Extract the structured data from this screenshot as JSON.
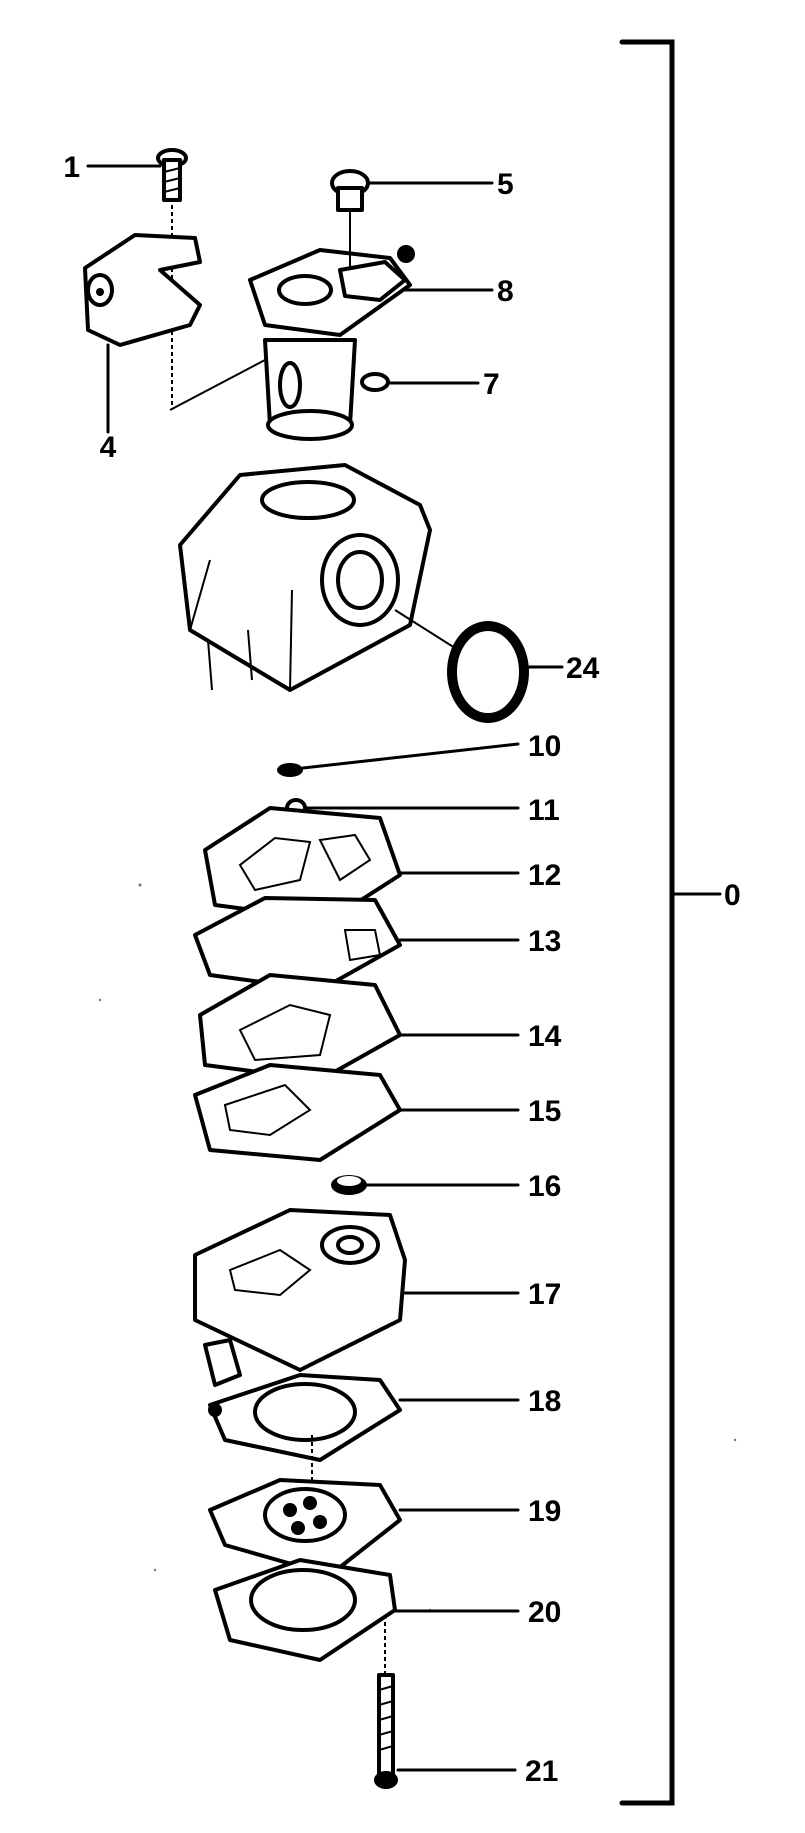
{
  "callouts": [
    {
      "id": "c1",
      "text": "1"
    },
    {
      "id": "c4",
      "text": "4"
    },
    {
      "id": "c5",
      "text": "5"
    },
    {
      "id": "c7",
      "text": "7"
    },
    {
      "id": "c8",
      "text": "8"
    },
    {
      "id": "c24",
      "text": "24"
    },
    {
      "id": "c10",
      "text": "10"
    },
    {
      "id": "c11",
      "text": "11"
    },
    {
      "id": "c12",
      "text": "12"
    },
    {
      "id": "c13",
      "text": "13"
    },
    {
      "id": "c14",
      "text": "14"
    },
    {
      "id": "c15",
      "text": "15"
    },
    {
      "id": "c16",
      "text": "16"
    },
    {
      "id": "c17",
      "text": "17"
    },
    {
      "id": "c18",
      "text": "18"
    },
    {
      "id": "c19",
      "text": "19"
    },
    {
      "id": "c20",
      "text": "20"
    },
    {
      "id": "c21",
      "text": "21"
    },
    {
      "id": "c0",
      "text": "0"
    }
  ],
  "colors": {
    "ink": "#000000",
    "paper": "#ffffff"
  }
}
